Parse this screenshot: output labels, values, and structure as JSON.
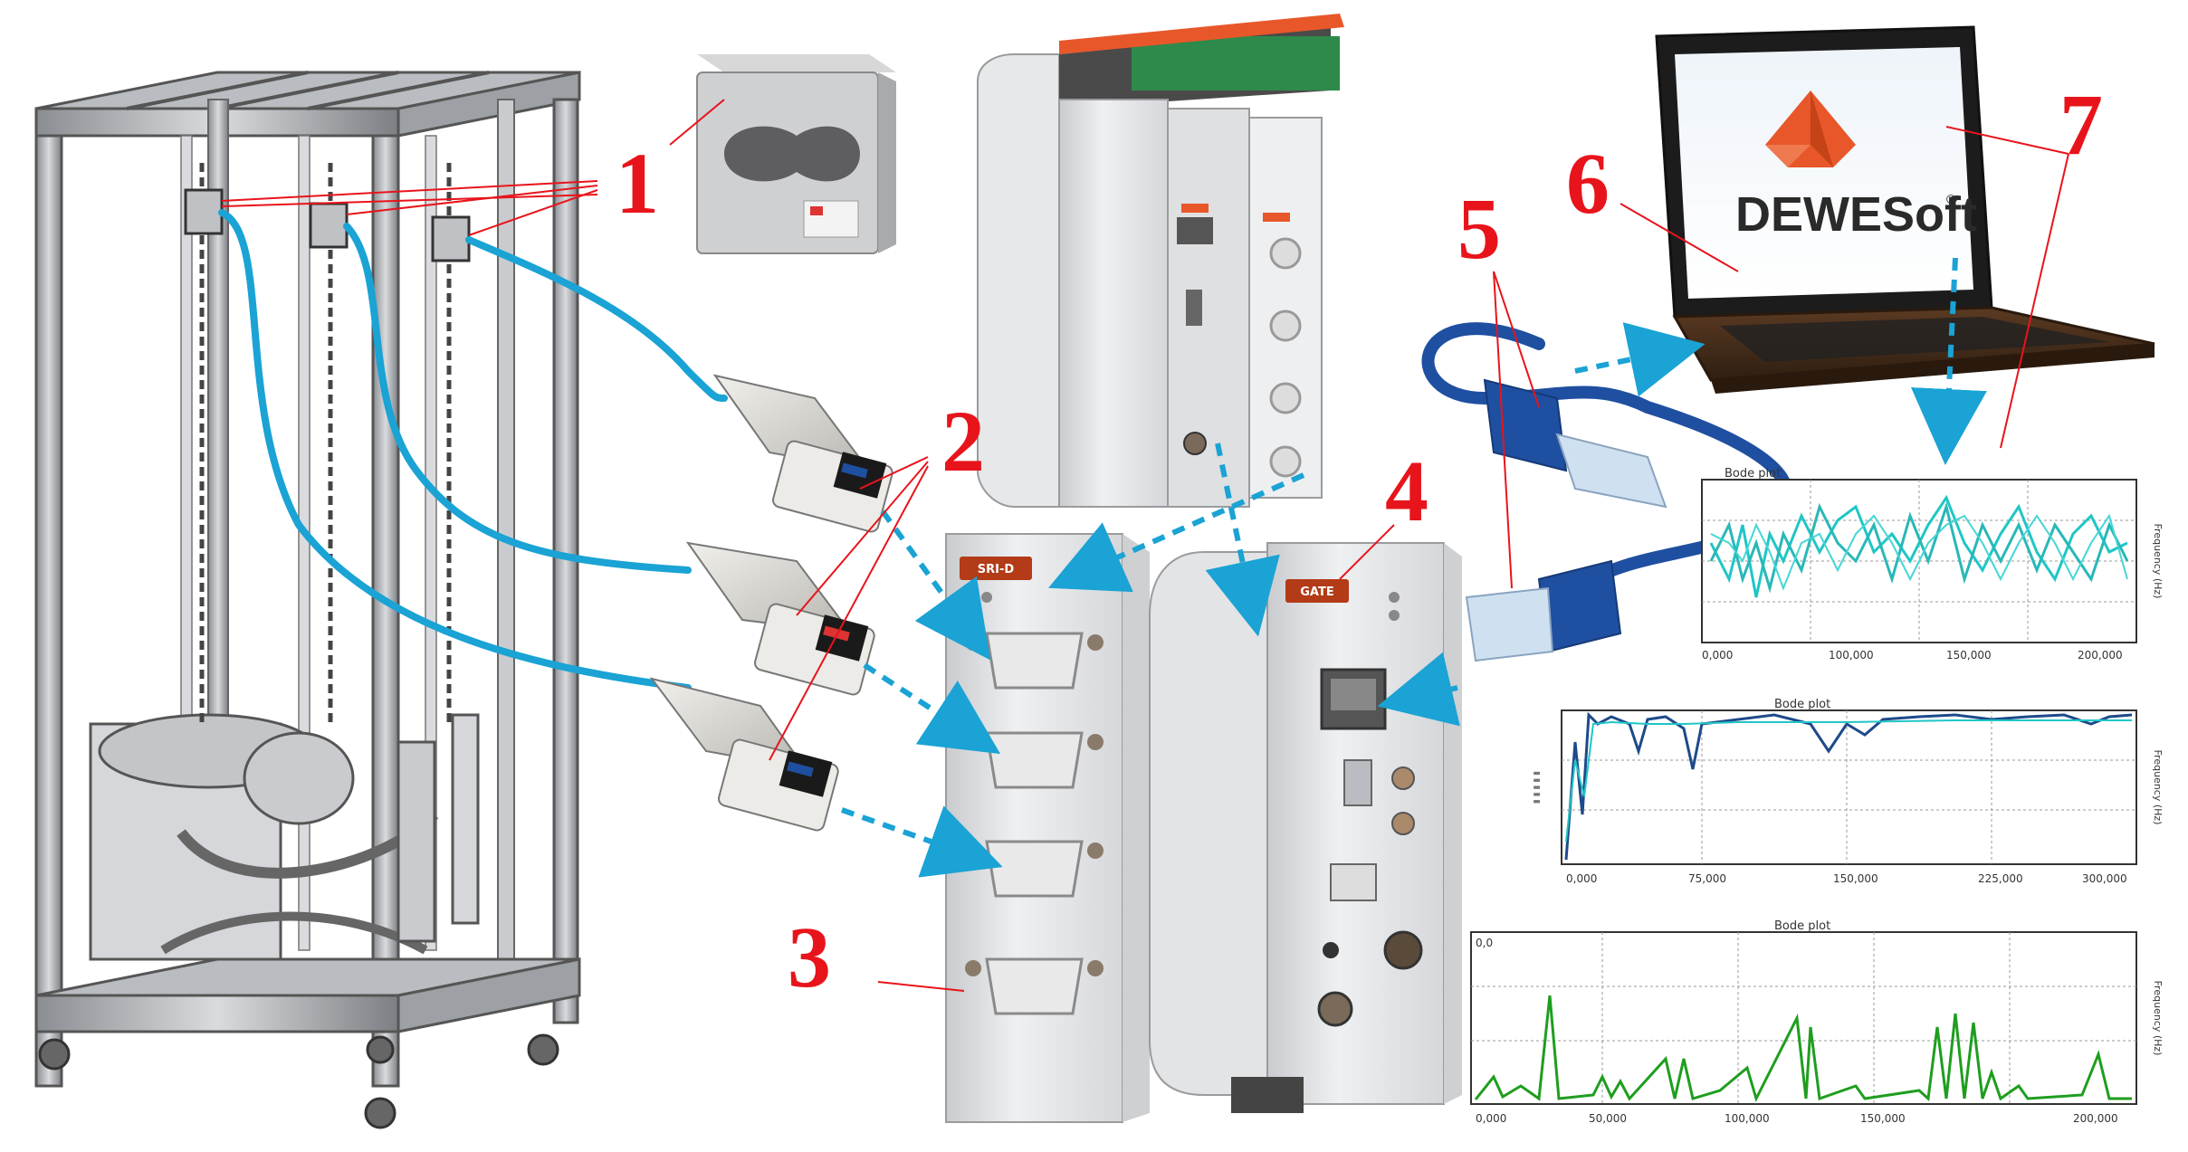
{
  "labels": {
    "n1": "1",
    "n2": "2",
    "n3": "3",
    "n4": "4",
    "n5": "5",
    "n6": "6",
    "n7": "7"
  },
  "software_logo": "DEWESoft",
  "software_logo_mark": "®",
  "modules": {
    "sri_badge": "SRI-D",
    "gate_badge": "GATE"
  },
  "colors": {
    "label_red": "#e8141b",
    "cable_blue": "#1aa3d4",
    "ethernet_blue": "#1f4fa0",
    "plot_cyan": "#1fc6c6",
    "plot_dark_blue": "#1d4a8a",
    "plot_green": "#1e9e1e",
    "logo_orange": "#e8572a"
  },
  "plots": [
    {
      "title": "Bode plot",
      "x_ticks": [
        "0,000",
        "100,000",
        "150,000",
        "200,000"
      ],
      "y_label": "Frequency (Hz)"
    },
    {
      "title": "Bode plot",
      "x_ticks": [
        "0,000",
        "75,000",
        "150,000",
        "225,000",
        "300,000"
      ],
      "y_label": "Frequency (Hz)"
    },
    {
      "title": "Bode plot",
      "x_ticks": [
        "0,000",
        "50,000",
        "100,000",
        "150,000",
        "200,000"
      ],
      "y_label": "Frequency (Hz)",
      "y_top_label": "0,0"
    }
  ]
}
